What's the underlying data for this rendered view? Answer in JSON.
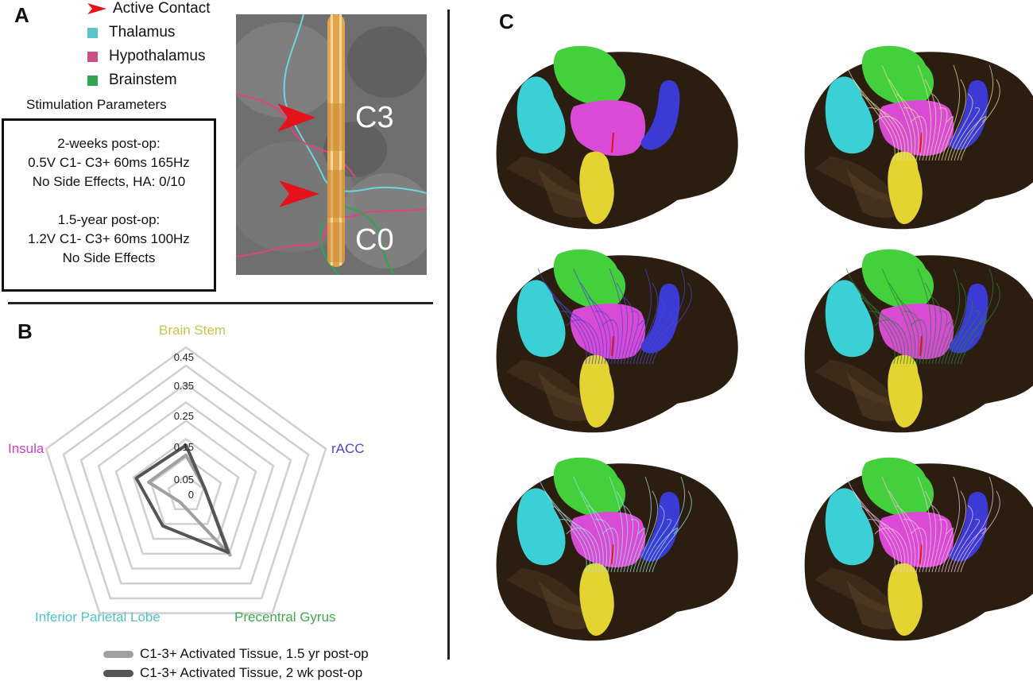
{
  "panels": {
    "a": "A",
    "b": "B",
    "c": "C"
  },
  "legend": [
    {
      "label": "Active Contact",
      "icon": "red-arrow-icon",
      "color": "#e4121b"
    },
    {
      "label": "Thalamus",
      "color": "#5bc4c8"
    },
    {
      "label": "Hypothalamus",
      "color": "#cc4f86"
    },
    {
      "label": "Brainstem",
      "color": "#2fa552"
    }
  ],
  "stimulation": {
    "title": "Stimulation Parameters",
    "lines": [
      "2-weeks post-op:",
      "0.5V C1- C3+ 60ms 165Hz",
      "No Side Effects, HA: 0/10",
      "1.5-year post-op:",
      "1.2V C1- C3+ 60ms 100Hz",
      "No Side Effects"
    ]
  },
  "mri": {
    "contact_top": "C3",
    "contact_bottom": "C0"
  },
  "chart_data": {
    "type": "radar",
    "axes": [
      {
        "label": "Brain Stem",
        "color": "#c9c44a"
      },
      {
        "label": "rACC",
        "color": "#4a49c4"
      },
      {
        "label": "Precentral Gyrus",
        "color": "#3fa84a"
      },
      {
        "label": "Inferior Parietal Lobe",
        "color": "#4fc3c3"
      },
      {
        "label": "Insula",
        "color": "#cc3fcc"
      }
    ],
    "ticks": [
      "0",
      "0.05",
      "0.15",
      "0.25",
      "0.35",
      "0.45"
    ],
    "range": [
      0,
      0.45
    ],
    "series": [
      {
        "name": "C1-3+ Activated Tissue, 1.5 yr post-op",
        "color": "#a0a0a0",
        "values": [
          0.12,
          0.06,
          0.23,
          0.03,
          0.12
        ]
      },
      {
        "name": "C1-3+ Activated Tissue, 2 wk post-op",
        "color": "#555555",
        "values": [
          0.15,
          0.06,
          0.22,
          0.12,
          0.16
        ]
      }
    ]
  },
  "brain_panels": [
    {
      "tract": "none",
      "tract_color": ""
    },
    {
      "tract": "yellow",
      "tract_color": "#e8dfa3"
    },
    {
      "tract": "blue",
      "tract_color": "#4b46cc"
    },
    {
      "tract": "green",
      "tract_color": "#2f7d39"
    },
    {
      "tract": "cyan",
      "tract_color": "#9fe3e3"
    },
    {
      "tract": "pink",
      "tract_color": "#f2c6e6"
    }
  ]
}
